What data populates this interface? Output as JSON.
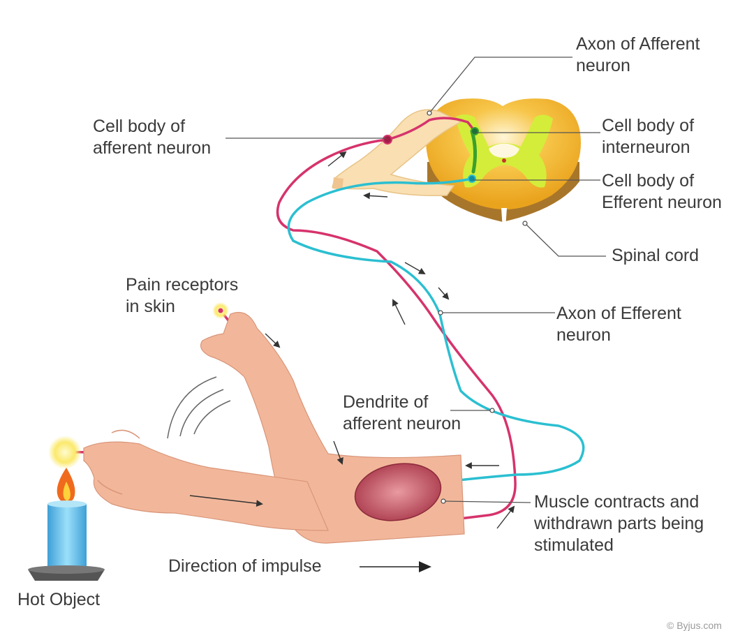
{
  "labels": {
    "axon_afferent": [
      "Axon of Afferent",
      "neuron"
    ],
    "cell_body_afferent": [
      "Cell body of",
      "afferent neuron"
    ],
    "cell_body_interneuron": [
      "Cell body of",
      "interneuron"
    ],
    "cell_body_efferent": [
      "Cell body of",
      "Efferent neuron"
    ],
    "spinal_cord": "Spinal cord",
    "pain_receptors": [
      "Pain receptors",
      "in skin"
    ],
    "axon_efferent": [
      "Axon of Efferent",
      "neuron"
    ],
    "dendrite_afferent": [
      "Dendrite of",
      "afferent neuron"
    ],
    "muscle": [
      "Muscle contracts and",
      "withdrawn parts being",
      "stimulated"
    ],
    "direction": "Direction of impulse",
    "hot_object": "Hot Object",
    "credit": "© Byjus.com"
  },
  "colors": {
    "afferent": "#d6336c",
    "efferent": "#2bbfd1",
    "interneuron": "#3aa02d",
    "grey_matter": "#d4ed3a",
    "white_matter": "#f5b324",
    "skin": "#f2b79a",
    "muscle": "#c9505f",
    "candle": "#5fc1ec",
    "text": "#3a3a3a"
  },
  "icons": [
    "candle-flame-icon",
    "direction-arrow-icon"
  ]
}
